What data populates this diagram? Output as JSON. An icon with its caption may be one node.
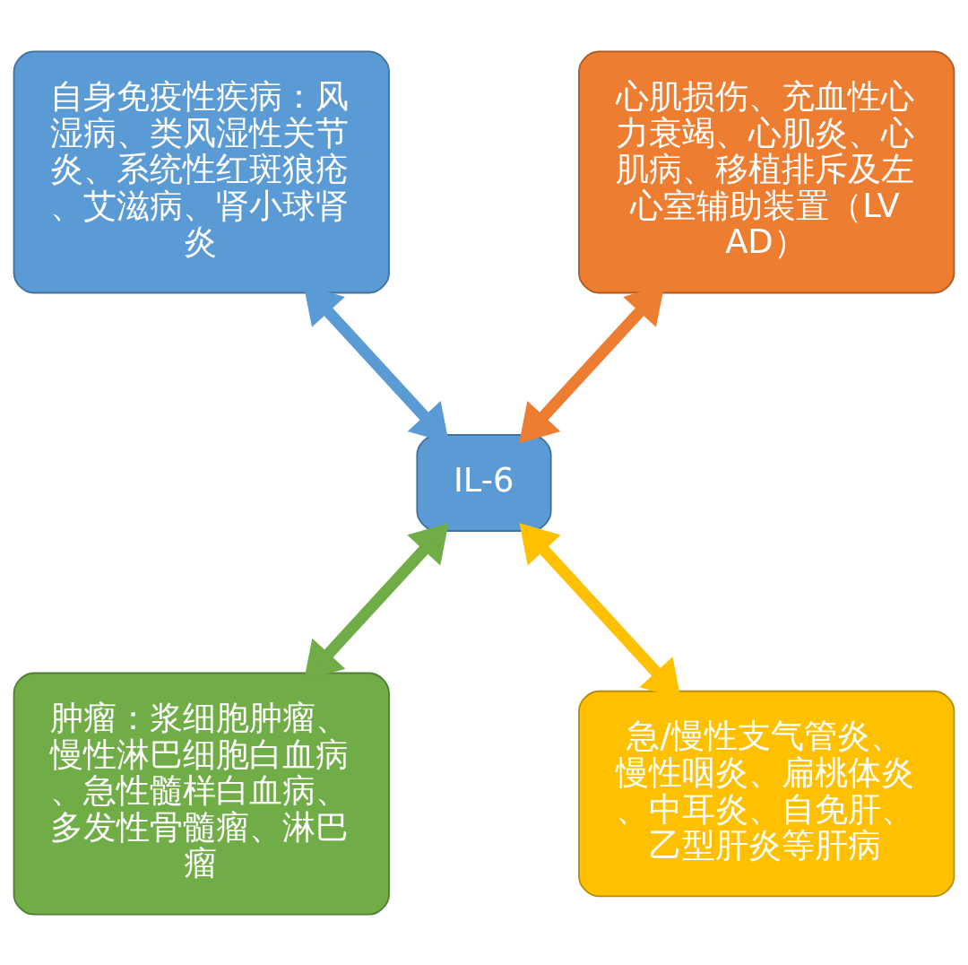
{
  "diagram": {
    "nodes": [
      {
        "text": [
          "自身免疫性疾病：风湿病、类风湿性关节炎、系统性红斑狼疮、艾滋病、肾小球肾炎"
        ]
      },
      {
        "text": [
          "心肌损伤、充血性心力衰竭、心肌炎、心肌病、移植排斥及左心室辅助装置（LVAD）"
        ]
      },
      {
        "text": [
          "IL-6"
        ]
      },
      {
        "text": [
          "肿瘤：浆细胞肿瘤、慢性淋巴细胞白血病、急性髓样白血病、多发性骨髓瘤、淋巴瘤"
        ]
      },
      {
        "text": [
          "急/慢性支气管炎、慢性咽炎、扁桃体炎、中耳炎、自免肝、乙型肝炎等肝病"
        ]
      }
    ],
    "edges": [
      {
        "from": 0,
        "to": 2,
        "arrow": "both",
        "color": "#5b9bd5"
      },
      {
        "from": 1,
        "to": 2,
        "arrow": "both",
        "color": "#ed7d31"
      },
      {
        "from": 2,
        "to": 3,
        "arrow": "both",
        "color": "#70ad47"
      },
      {
        "from": 2,
        "to": 4,
        "arrow": "both",
        "color": "#ffc000"
      }
    ]
  }
}
